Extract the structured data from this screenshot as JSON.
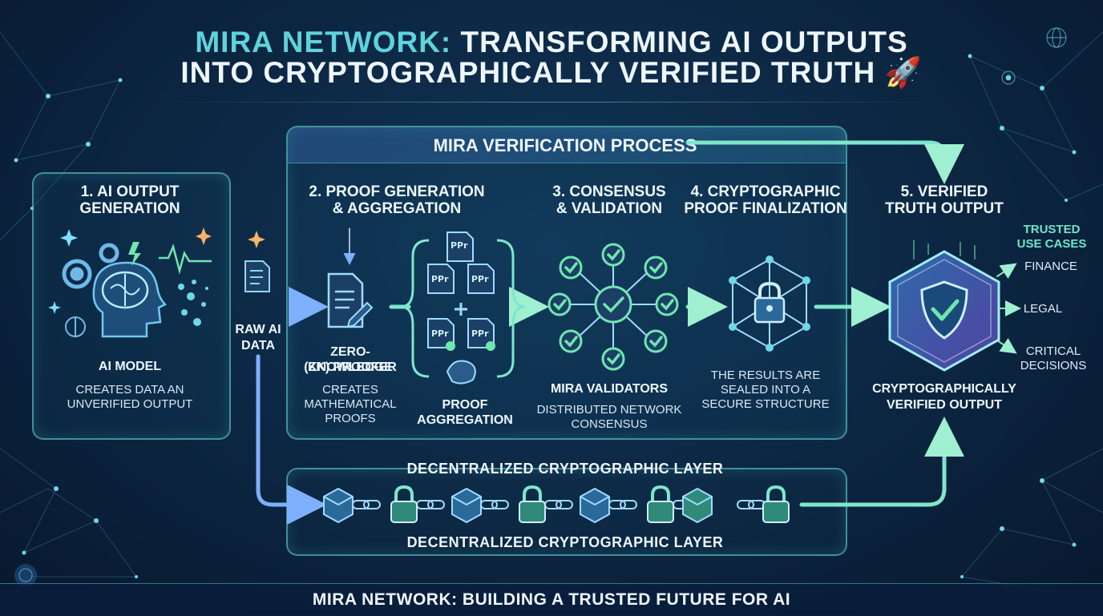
{
  "title": {
    "accent": "MIRA NETWORK:",
    "rest_line1": "TRANSFORMING AI OUTPUTS",
    "line2": "INTO CRYPTOGRAPHICALLY VERIFIED TRUTH",
    "emoji": "🚀"
  },
  "process_header": "MIRA VERIFICATION PROCESS",
  "steps": {
    "step1": {
      "title_l1": "1. AI OUTPUT",
      "title_l2": "GENERATION",
      "label": "AI MODEL",
      "desc_l1": "CREATES DATA AN",
      "desc_l2": "UNVERIFIED OUTPUT"
    },
    "raw": {
      "l1": "RAW AI",
      "l2": "DATA"
    },
    "step2": {
      "title_l1": "2. PROOF GENERATION",
      "title_l2": "& AGGREGATION",
      "proofer_l1": "ZERO-KNOWLEDGE",
      "proofer_l2": "(ZK) PROOFER",
      "proofer_desc_l1": "CREATES",
      "proofer_desc_l2": "MATHEMATICAL",
      "proofer_desc_l3": "PROOFS",
      "agg_l1": "PROOF",
      "agg_l2": "AGGREGATION",
      "doc_text": "PPr"
    },
    "step3": {
      "title_l1": "3. CONSENSUS",
      "title_l2": "& VALIDATION",
      "label": "MIRA VALIDATORS",
      "desc_l1": "DISTRIBUTED NETWORK",
      "desc_l2": "CONSENSUS"
    },
    "step4": {
      "title_l1": "4. CRYPTOGRAPHIC",
      "title_l2": "PROOF FINALIZATION",
      "desc_l1": "THE RESULTS ARE",
      "desc_l2": "SEALED INTO A",
      "desc_l3": "SECURE STRUCTURE"
    },
    "step5": {
      "title_l1": "5. VERIFIED",
      "title_l2": "TRUTH OUTPUT",
      "label_l1": "CRYPTOGRAPHICALLY",
      "label_l2": "VERIFIED OUTPUT"
    }
  },
  "use_cases": {
    "title_l1": "TRUSTED",
    "title_l2": "USE CASES",
    "items": [
      "FINANCE",
      "LEGAL",
      "CRITICAL DECISIONS"
    ],
    "item3_l1": "CRITICAL",
    "item3_l2": "DECISIONS"
  },
  "layer": {
    "top": "DECENTRALIZED CRYPTOGRAPHIC LAYER",
    "bottom": "DECENTRALIZED CRYPTOGRAPHIC LAYER"
  },
  "footer": "MIRA NETWORK: BUILDING A TRUSTED FUTURE FOR AI",
  "colors": {
    "teal": "#5fd3dc",
    "green": "#6fe6b0",
    "blue": "#5b8fe0",
    "panel_border": "#6ee6dc"
  },
  "icons": [
    "brain-head-icon",
    "gear-icon",
    "heartbeat-icon",
    "sparkle-icon",
    "document-icon",
    "pencil-icon",
    "check-icon",
    "lock-icon",
    "cube-icon",
    "chain-link-icon",
    "shield-check-icon",
    "globe-icon",
    "rocket-emoji"
  ]
}
